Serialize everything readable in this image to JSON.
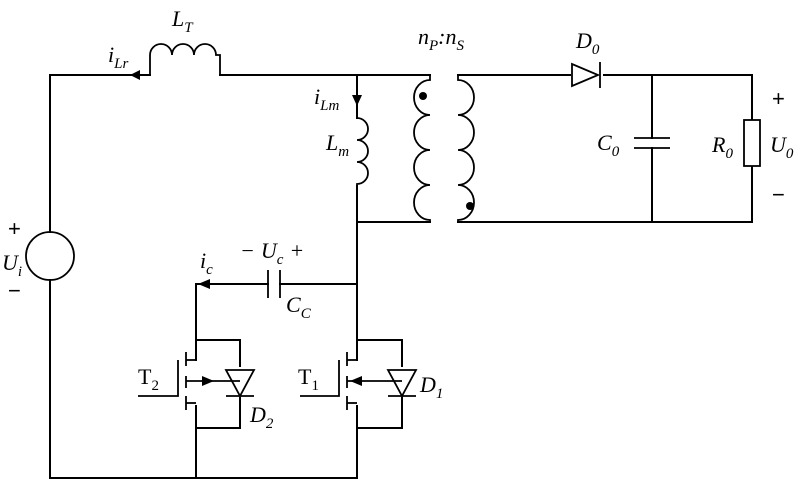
{
  "labels": {
    "inductor_lr": {
      "main": "L",
      "sub": "T"
    },
    "current_lr": {
      "main": "i",
      "sub": "Lr"
    },
    "turns_ratio": {
      "p_main": "n",
      "p_sub": "P",
      "colon": ":",
      "s_main": "n",
      "s_sub": "S"
    },
    "current_lm": {
      "main": "i",
      "sub": "Lm"
    },
    "inductor_lm": {
      "main": "L",
      "sub": "m"
    },
    "diode_d0": {
      "main": "D",
      "sub": "0"
    },
    "cap_c0": {
      "main": "C",
      "sub": "0"
    },
    "res_r0": {
      "main": "R",
      "sub": "0"
    },
    "out_voltage": {
      "main": "U",
      "sub": "0",
      "plus": "+",
      "minus": "−"
    },
    "in_voltage": {
      "main": "U",
      "sub": "i",
      "plus": "+",
      "minus": "−"
    },
    "clamp_voltage": {
      "minus": "−",
      "main": "U",
      "sub": "c",
      "plus": "+"
    },
    "clamp_current": {
      "main": "i",
      "sub": "c"
    },
    "clamp_cap": {
      "main": "C",
      "sub": "C"
    },
    "switch_t2": {
      "main": "T",
      "sub": "2"
    },
    "switch_t1": {
      "main": "T",
      "sub": "1"
    },
    "diode_d2": {
      "main": "D",
      "sub": "2"
    },
    "diode_d1": {
      "main": "D",
      "sub": "1"
    }
  }
}
